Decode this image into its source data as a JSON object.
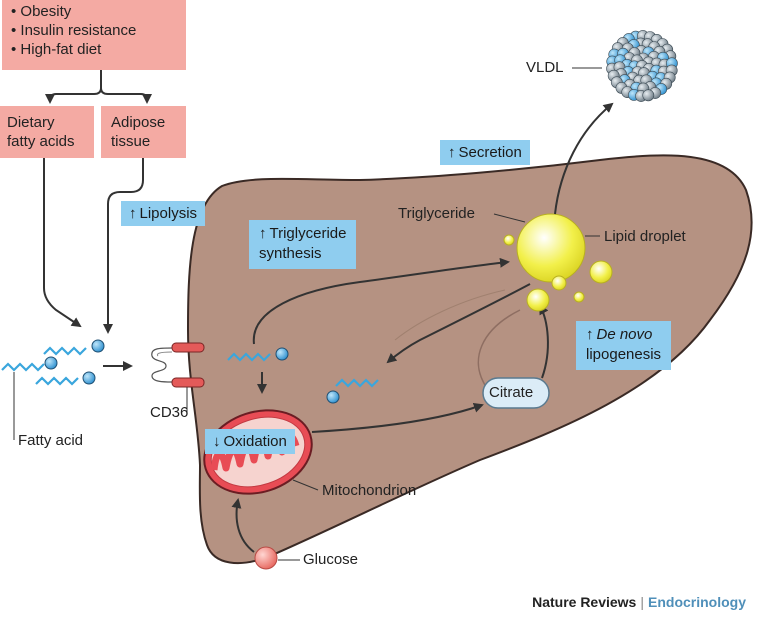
{
  "risk_factors": [
    "Obesity",
    "Insulin resistance",
    "High-fat diet"
  ],
  "sources": {
    "dietary": [
      "Dietary",
      "fatty acids"
    ],
    "adipose": [
      "Adipose",
      "tissue"
    ]
  },
  "tags": {
    "lipolysis": {
      "arrow": "↑",
      "text": "Lipolysis"
    },
    "tg_synthesis": {
      "arrow": "↑",
      "lines": [
        "Triglyceride",
        "synthesis"
      ]
    },
    "secretion": {
      "arrow": "↑",
      "text": "Secretion"
    },
    "oxidation": {
      "arrow": "↓",
      "text": "Oxidation"
    },
    "lipogenesis": {
      "arrow": "↑",
      "italic": "De novo",
      "line2": "lipogenesis"
    }
  },
  "labels": {
    "vldl": "VLDL",
    "triglyceride": "Triglyceride",
    "lipid_droplet": "Lipid droplet",
    "cd36": "CD36",
    "fatty_acid": "Fatty acid",
    "citrate": "Citrate",
    "mitochondrion": "Mitochondrion",
    "glucose": "Glucose"
  },
  "footer": {
    "journal": "Nature Reviews",
    "section": "Endocrinology"
  },
  "colors": {
    "liver": "#b59282",
    "liver_outline": "#3a2a25",
    "pink_box": "#f4aaa3",
    "blue_tag": "#8fcdef",
    "droplet": "#f3f05c",
    "mito": "#e84c55",
    "fatty_acid_tail": "#3aa6dd",
    "arrow": "#333333"
  }
}
